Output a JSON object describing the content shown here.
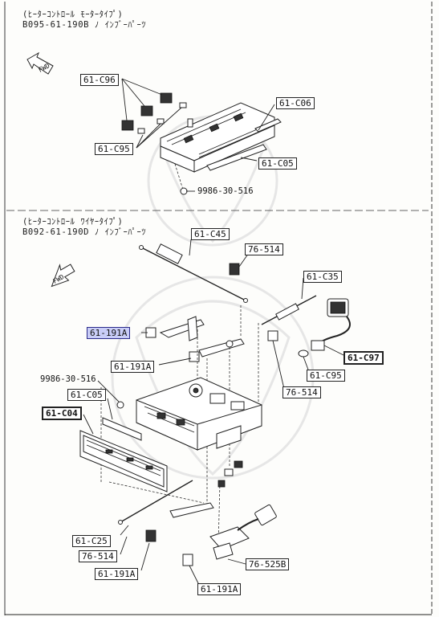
{
  "section_top": {
    "title": "(ﾋｰﾀｰｺﾝﾄﾛｰﾙ ﾓｰﾀｰﾀｲﾌﾟ)",
    "part_line": "B095-61-190B ﾉ ｲﾝﾌﾞｰﾊﾟｰﾂ",
    "fwd": "FWD",
    "labels": {
      "c96": "61-C96",
      "c95": "61-C95",
      "c06": "61-C06",
      "c05": "61-C05",
      "screw": "9986-30-516"
    }
  },
  "section_bottom": {
    "title": "(ﾋｰﾀｰｺﾝﾄﾛｰﾙ ﾜｲﾔｰﾀｲﾌﾟ)",
    "part_line": "B092-61-190D ﾉ ｲﾝﾌﾞｰﾊﾟｰﾂ",
    "fwd": "FWD",
    "labels": {
      "c45": "61-C45",
      "p76_514_a": "76-514",
      "c35": "61-C35",
      "p191a_hl": "61-191A",
      "c97": "61-C97",
      "p191a_b": "61-191A",
      "c95": "61-C95",
      "screw": "9986-30-516",
      "c05": "61-C05",
      "p76_514_b": "76-514",
      "c04": "61-C04",
      "c25": "61-C25",
      "p76_514_c": "76-514",
      "p191a_c": "61-191A",
      "p76_525b": "76-525B",
      "p191a_d": "61-191A"
    }
  }
}
